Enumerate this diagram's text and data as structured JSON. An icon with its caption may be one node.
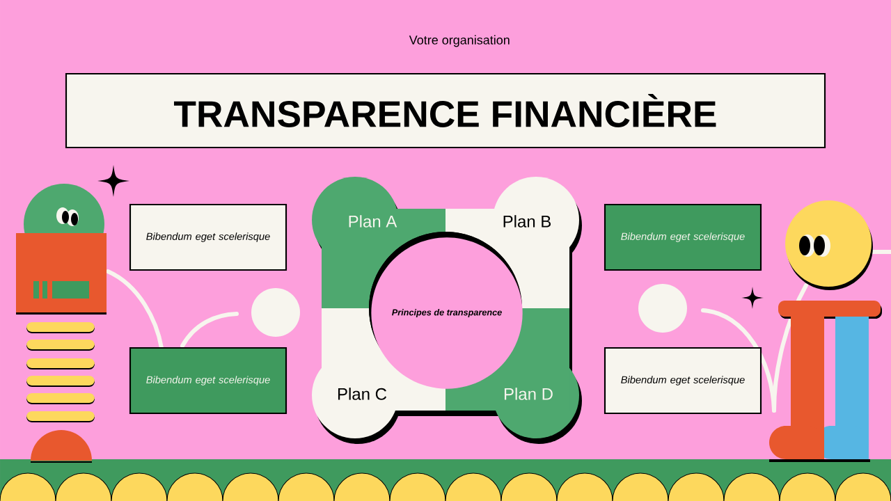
{
  "diagram": {
    "title": "TRANSPARENCE FINANCIÈRE",
    "nodes": [
      {
        "text": [
          "Bibendum eget scelerisque"
        ]
      },
      {
        "text": [
          "Plan A"
        ]
      },
      {
        "text": [
          "Plan B"
        ]
      },
      {
        "text": [
          "Bibendum eget scelerisque"
        ]
      },
      {
        "text": [
          "Principes de transparence"
        ]
      },
      {
        "text": [
          "Bibendum eget scelerisque"
        ]
      },
      {
        "text": [
          "Plan C"
        ]
      },
      {
        "text": [
          "Plan D"
        ]
      },
      {
        "text": [
          "Bibendum eget scelerisque"
        ]
      }
    ],
    "labels": [
      "Votre organisation"
    ]
  }
}
